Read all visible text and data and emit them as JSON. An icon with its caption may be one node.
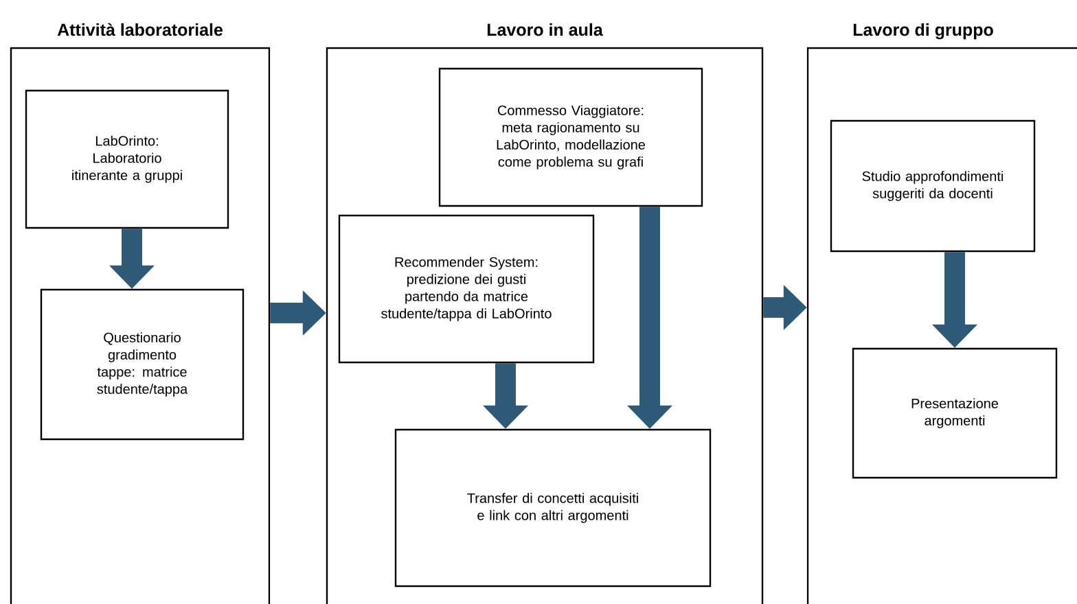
{
  "diagram": {
    "nodes": [
      {
        "text": [
          "Attività laboratoriale"
        ]
      },
      {
        "text": [
          "LabOrinto: Laboratorio itinerante a gruppi"
        ],
        "in": 0
      },
      {
        "text": [
          "Questionario gradimento tappe: matrice studente/tappa"
        ],
        "in": 0
      },
      {
        "text": [
          "Lavoro in aula"
        ]
      },
      {
        "text": [
          "Commesso Viaggiatore: meta ragionamento su LabOrinto, modellazione come problema su grafi"
        ],
        "in": 3
      },
      {
        "text": [
          "Recommender System: predizione dei gusti partendo da matrice studente/tappa di LabOrinto"
        ],
        "in": 3
      },
      {
        "text": [
          "Transfer di concetti acquisiti e link con altri argomenti"
        ],
        "in": 3
      },
      {
        "text": [
          "Lavoro di gruppo"
        ]
      },
      {
        "text": [
          "Studio approfondimenti suggeriti da docenti"
        ],
        "in": 7
      },
      {
        "text": [
          "Presentazione argomenti"
        ],
        "in": 7
      }
    ],
    "edges": [
      {
        "from": 1,
        "to": 2,
        "arrow": "to"
      },
      {
        "from": 0,
        "to": 3,
        "arrow": "to"
      },
      {
        "from": 5,
        "to": 6,
        "arrow": "to"
      },
      {
        "from": 4,
        "to": 6,
        "arrow": "to"
      },
      {
        "from": 3,
        "to": 7,
        "arrow": "to"
      },
      {
        "from": 8,
        "to": 9,
        "arrow": "to"
      }
    ]
  }
}
